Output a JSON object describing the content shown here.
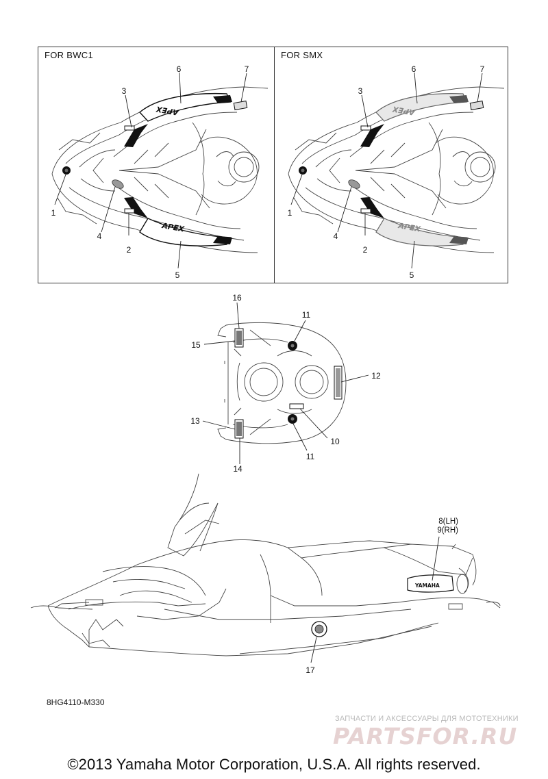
{
  "panels": {
    "bwc": {
      "title": "FOR BWC1"
    },
    "smx": {
      "title": "FOR SMX"
    }
  },
  "decal_text": {
    "apex": "APEX",
    "yamaha": "YAMAHA"
  },
  "callouts": {
    "bwc": {
      "n1": "1",
      "n2": "2",
      "n3": "3",
      "n4": "4",
      "n5": "5",
      "n6": "6",
      "n7": "7"
    },
    "smx": {
      "n1": "1",
      "n2": "2",
      "n3": "3",
      "n4": "4",
      "n5": "5",
      "n6": "6",
      "n7": "7"
    },
    "seat": {
      "n10": "10",
      "n11a": "11",
      "n11b": "11",
      "n12": "12",
      "n13": "13",
      "n14": "14",
      "n15": "15",
      "n16": "16"
    },
    "side": {
      "n8": "8(LH)",
      "n9": "9(RH)",
      "n17": "17"
    }
  },
  "diagram_code": "8HG4110-M330",
  "watermark": {
    "tagline": "ЗАПЧАСТИ И АКСЕССУАРЫ ДЛЯ МОТОТЕХНИКИ",
    "logo": "PARTSFOR.RU"
  },
  "copyright": "©2013 Yamaha Motor Corporation, U.S.A. All rights reserved.",
  "colors": {
    "line": "#333333",
    "decal_dark": "#111111",
    "decal_gray": "#888888",
    "watermark": "#e6d2d2"
  }
}
